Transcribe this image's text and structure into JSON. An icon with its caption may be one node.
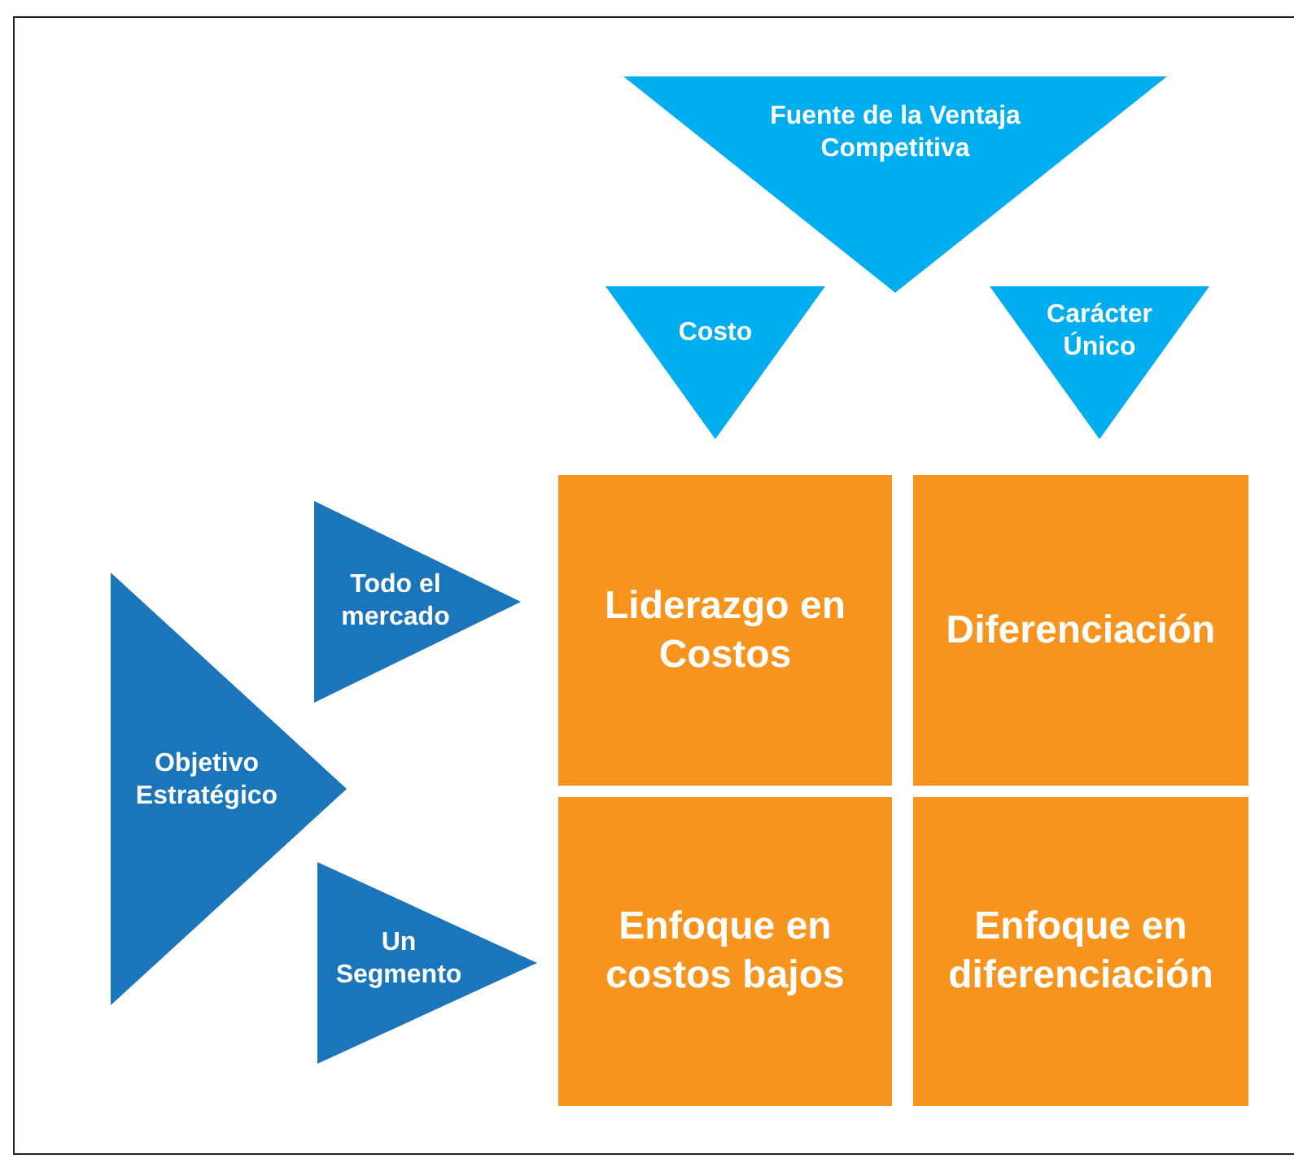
{
  "diagram": {
    "nodes": [
      {
        "text": [
          "Fuente de la Ventaja Competitiva"
        ]
      },
      {
        "text": [
          "Costo"
        ]
      },
      {
        "text": [
          "Carácter Único"
        ]
      },
      {
        "text": [
          "Objetivo Estratégico"
        ]
      },
      {
        "text": [
          "Todo el mercado"
        ]
      },
      {
        "text": [
          "Un Segmento"
        ]
      },
      {
        "text": [
          "Liderazgo en Costos"
        ]
      },
      {
        "text": [
          "Diferenciación"
        ]
      },
      {
        "text": [
          "Enfoque en costos bajos"
        ]
      },
      {
        "text": [
          "Enfoque en diferenciación"
        ]
      }
    ]
  }
}
